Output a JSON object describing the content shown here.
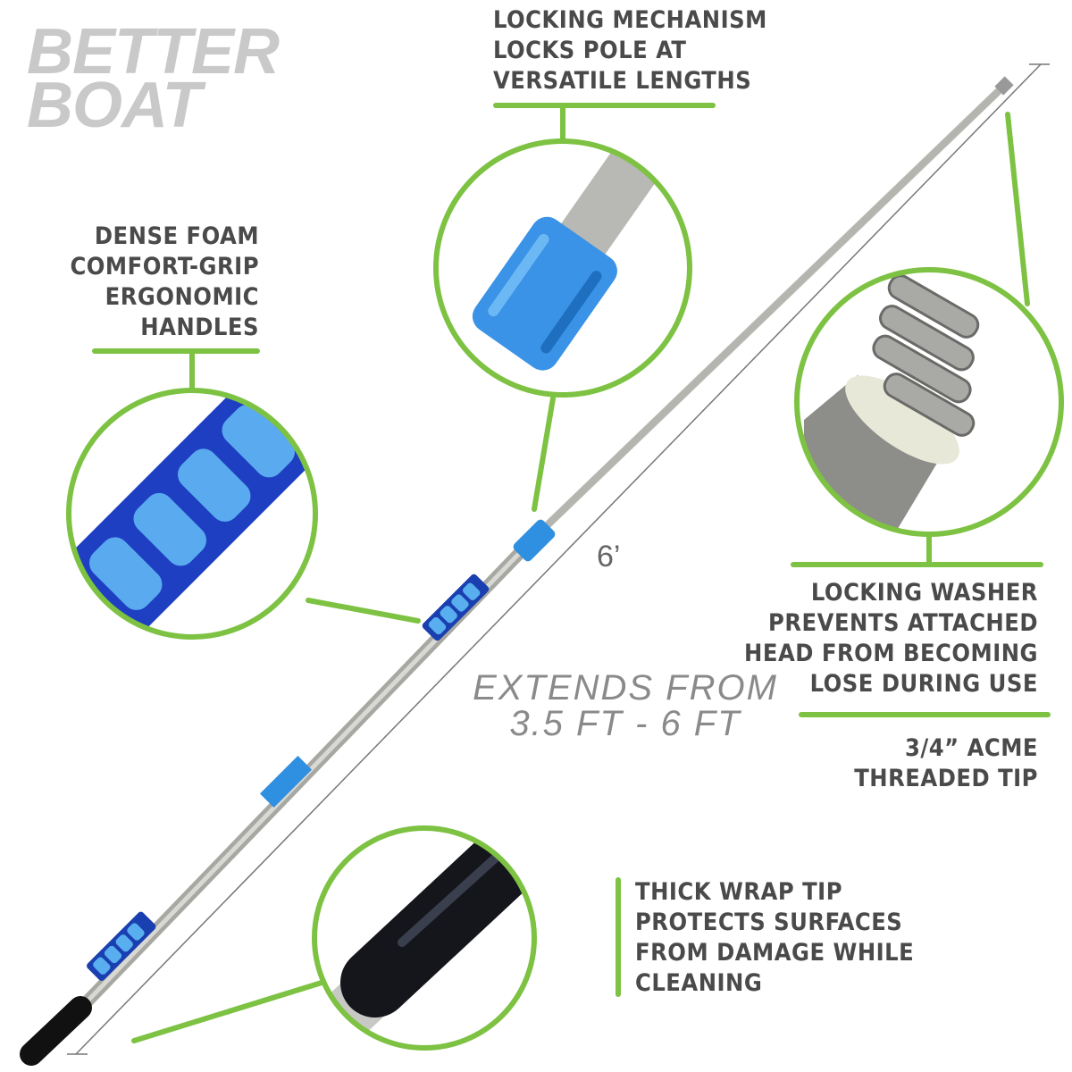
{
  "logo": {
    "line1": "BETTER",
    "line2": "BOAT"
  },
  "colors": {
    "accent_green": "#7dc242",
    "text": "#4a4a4a",
    "pole_blue": "#2f8fe0",
    "grip_navy": "#1a3fb0"
  },
  "callouts": {
    "locking_mechanism": [
      "LOCKING MECHANISM",
      "LOCKS POLE AT",
      "VERSATILE LENGTHS"
    ],
    "foam_grip": [
      "DENSE FOAM",
      "COMFORT-GRIP",
      "ERGONOMIC",
      "HANDLES"
    ],
    "locking_washer": [
      "LOCKING WASHER",
      "PREVENTS ATTACHED",
      "HEAD FROM BECOMING",
      "LOSE DURING USE"
    ],
    "acme_tip": [
      "3/4” ACME",
      "THREADED TIP"
    ],
    "wrap_tip": [
      "THICK WRAP TIP",
      "PROTECTS SURFACES",
      "FROM DAMAGE WHILE",
      "CLEANING"
    ]
  },
  "dimension_label": "6’",
  "extends": {
    "line1": "EXTENDS FROM",
    "line2": "3.5 FT - 6 FT"
  }
}
